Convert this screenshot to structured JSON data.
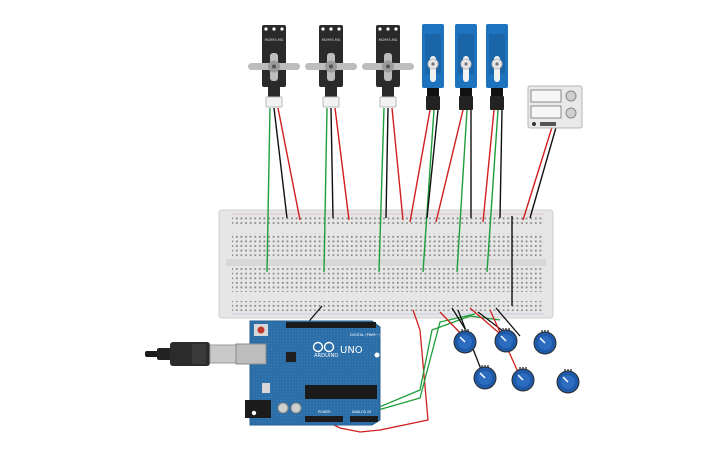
{
  "servos": {
    "black_label": "MG995-MG",
    "count_black": 3,
    "count_blue": 3
  },
  "arduino": {
    "brand": "ARDUINO",
    "model": "UNO",
    "digital_label": "DIGITAL (PWM~)",
    "power_label": "POWER",
    "analog_label": "ANALOG IN"
  },
  "potentiometers": {
    "count": 6
  },
  "colors": {
    "board_blue": "#2b6ea8",
    "breadboard": "#e6e6e6",
    "servo_blue": "#1e73be",
    "servo_black": "#2a2a2a",
    "wire_red": "#d11f1f",
    "wire_green": "#1f9e3a",
    "wire_black": "#111111",
    "knob_blue": "#1e5aa8"
  },
  "icons": {
    "usb": "usb-cable-icon",
    "power_supply": "power-supply-icon"
  }
}
